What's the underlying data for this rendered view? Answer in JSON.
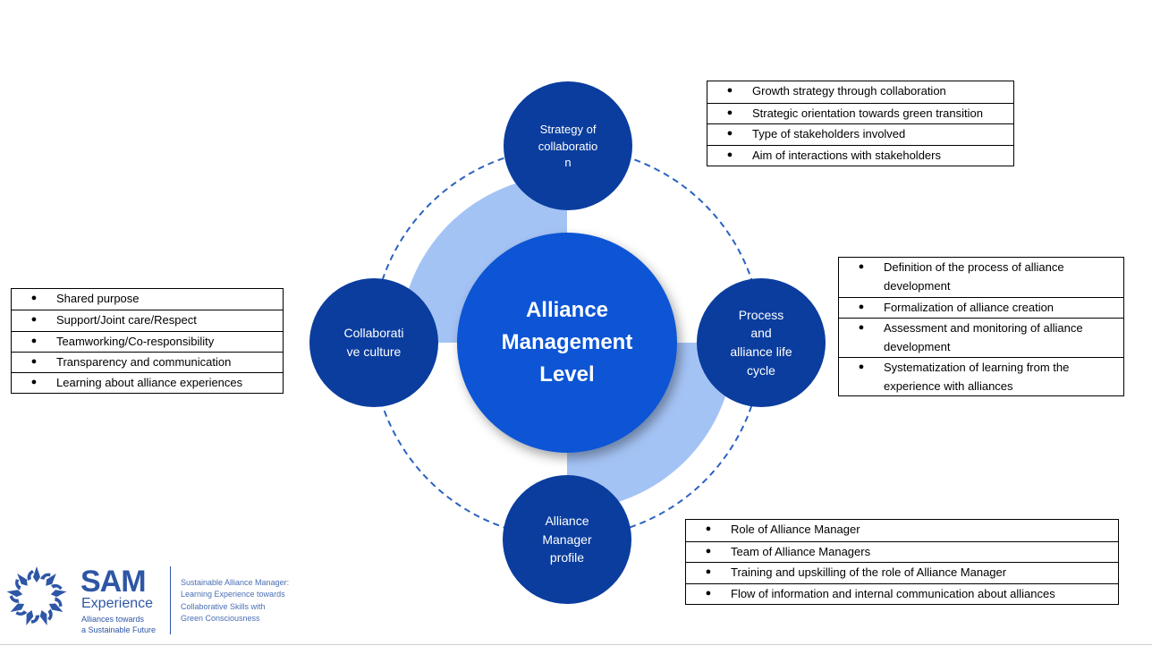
{
  "colors": {
    "node": "#0a3d9e",
    "center": "#1155d4",
    "ring": "#a4c3f5",
    "dashed": "#2b62c0",
    "border": "#000000"
  },
  "center": {
    "label": "Alliance\nManagement\nLevel"
  },
  "nodes": {
    "top": {
      "label": "Strategy of\ncollaboratio\nn"
    },
    "left": {
      "label": "Collaborati\nve culture"
    },
    "right": {
      "label": "Process\nand\nalliance life\ncycle"
    },
    "bottom": {
      "label": "Alliance\nManager\nprofile"
    }
  },
  "lists": {
    "top": {
      "bullet": "●",
      "items": [
        "Growth strategy through collaboration",
        "Strategic orientation towards green transition",
        "Type of stakeholders involved",
        "Aim of interactions with stakeholders"
      ]
    },
    "left": {
      "bullet": "●",
      "items": [
        "Shared purpose",
        "Support/Joint care/Respect",
        "Teamworking/Co-responsibility",
        "Transparency and communication",
        "Learning about alliance experiences"
      ]
    },
    "right": {
      "bullet": "●",
      "items": [
        "Definition of the process of alliance development",
        "Formalization of alliance creation",
        "Assessment and monitoring of alliance development",
        "Systematization of learning from the experience with alliances"
      ]
    },
    "bottom": {
      "bullet": "●",
      "items": [
        "Role of Alliance Manager",
        "Team of Alliance Managers",
        "Training and upskilling of the role of Alliance Manager",
        "Flow of information and internal communication about alliances"
      ]
    }
  },
  "logo": {
    "icon": "star-ring-logo-icon",
    "sam": "SAM",
    "experience": "Experience",
    "tagline": "Alliances towards\na Sustainable Future",
    "description": "Sustainable Alliance Manager:\nLearning Experience towards\nCollaborative Skills with\nGreen Consciousness"
  }
}
